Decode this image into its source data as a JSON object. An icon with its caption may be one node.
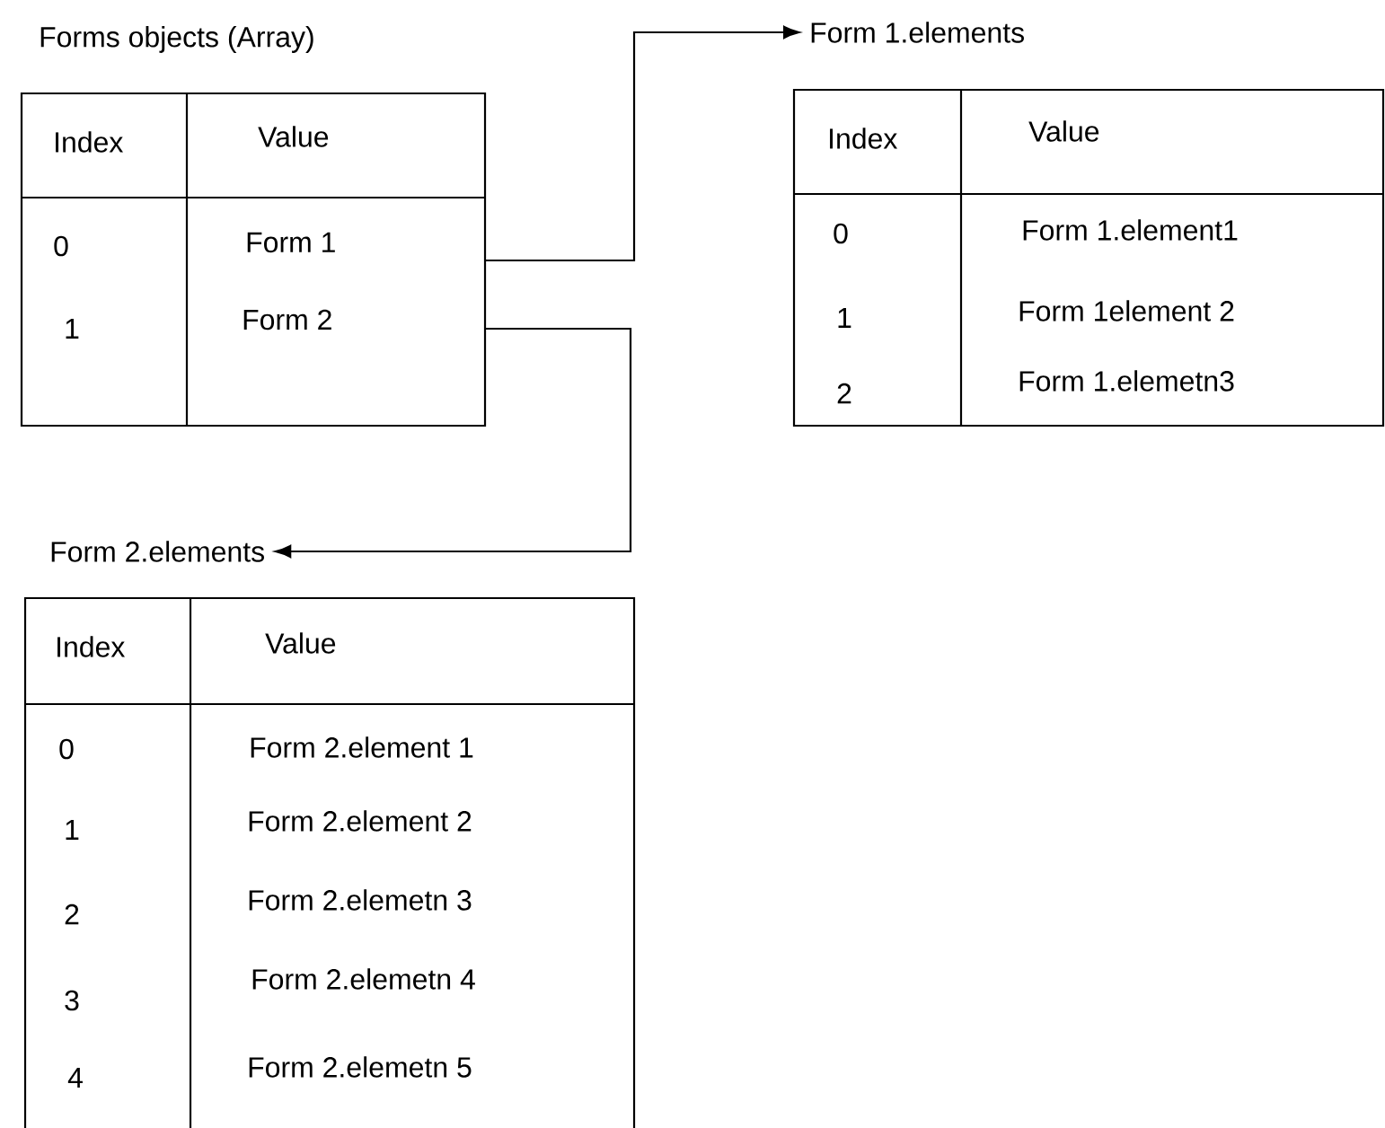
{
  "diagram": {
    "nodes": [
      {
        "text": [
          "Forms objects (Array)"
        ]
      },
      {
        "text": [
          "Index",
          "Value",
          "0",
          "Form 1",
          "1",
          "Form 2"
        ]
      },
      {
        "text": [
          "Form 1.elements"
        ]
      },
      {
        "text": [
          "Index",
          "Value",
          "0",
          "Form 1.element1",
          "1",
          "Form 1element 2",
          "2",
          "Form 1.elemetn3"
        ]
      },
      {
        "text": [
          "Form 2.elements"
        ]
      },
      {
        "text": [
          "Index",
          "Value",
          "0",
          "Form 2.element 1",
          "1",
          "Form 2.element 2",
          "2",
          "Form 2.elemetn 3",
          "3",
          "Form 2.elemetn 4",
          "4",
          "Form 2.elemetn 5"
        ]
      }
    ],
    "edges": [
      {
        "from": 1,
        "to": 2,
        "arrow": "to"
      },
      {
        "from": 1,
        "to": 4,
        "arrow": "to"
      }
    ]
  }
}
